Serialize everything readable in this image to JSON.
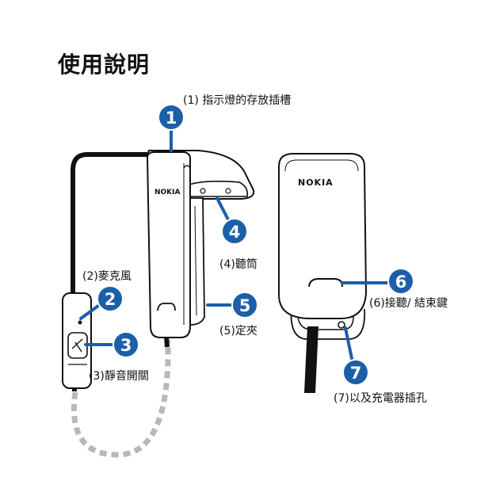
{
  "title": "使用說明",
  "brand_text": "NOKIA",
  "accent_color": "#1b5fa8",
  "callouts": [
    {
      "number": "1",
      "label": "(1) 指示燈的存放插槽"
    },
    {
      "number": "2",
      "label": "(2)麥克風"
    },
    {
      "number": "3",
      "label": "(3)靜音開關"
    },
    {
      "number": "4",
      "label": "(4)聽筒"
    },
    {
      "number": "5",
      "label": "(5)定夾"
    },
    {
      "number": "6",
      "label": "(6)接聽/ 結束鍵"
    },
    {
      "number": "7",
      "label": "(7)以及充電器插孔"
    }
  ]
}
